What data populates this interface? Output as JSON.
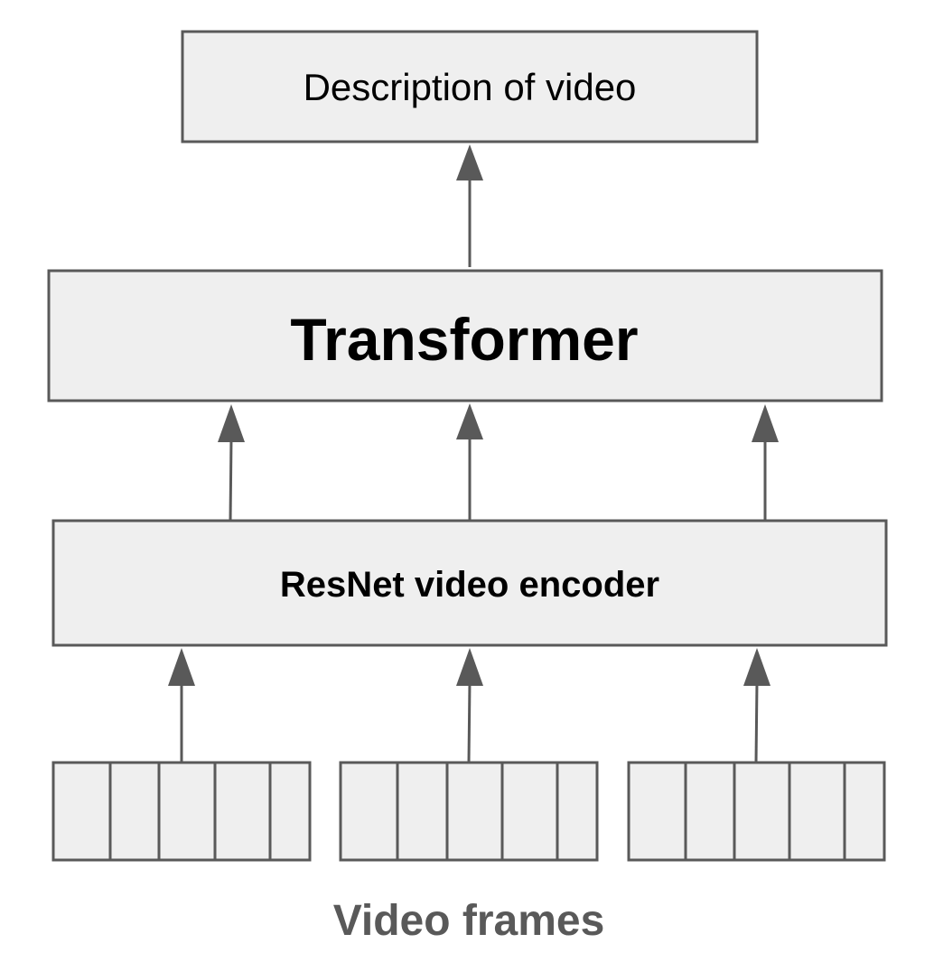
{
  "diagram": {
    "output_label": "Description of video",
    "transformer_label": "Transformer",
    "encoder_label": "ResNet video encoder",
    "frames_caption": "Video frames",
    "frame_groups": 3,
    "cells_per_group": 5
  },
  "colors": {
    "box_fill": "#efefef",
    "stroke": "#595959",
    "text": "#000000",
    "caption": "#595959"
  }
}
